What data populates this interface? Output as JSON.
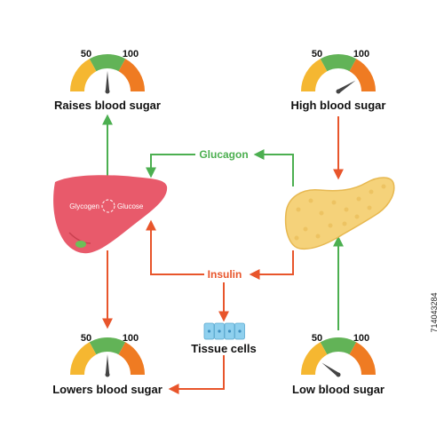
{
  "gauges": {
    "raises": {
      "label": "Raises blood sugar",
      "tick_low": "50",
      "tick_high": "100",
      "level": 0.5
    },
    "high": {
      "label": "High blood sugar",
      "tick_low": "50",
      "tick_high": "100",
      "level": 0.82
    },
    "lowers": {
      "label": "Lowers blood sugar",
      "tick_low": "50",
      "tick_high": "100",
      "level": 0.5
    },
    "low": {
      "label": "Low blood sugar",
      "tick_low": "50",
      "tick_high": "100",
      "level": 0.2
    }
  },
  "hormones": {
    "glucagon": "Glucagon",
    "insulin": "Insulin"
  },
  "liver": {
    "left_text": "Glycogen",
    "right_text": "Glucose"
  },
  "tissue": {
    "label": "Tissue cells"
  },
  "stock_id": "714043284",
  "colors": {
    "gauge_yellow": "#f5b731",
    "gauge_green": "#62b357",
    "gauge_orange": "#ef7b22",
    "arrow_green": "#4caf50",
    "arrow_red": "#e8552b",
    "liver": "#e85a6b",
    "pancreas": "#f5d27a",
    "cells": "#8fd0ee"
  }
}
